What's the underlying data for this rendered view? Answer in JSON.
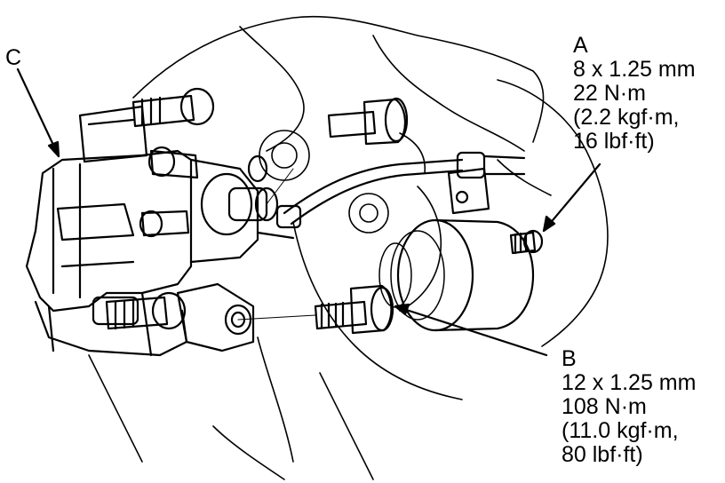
{
  "diagram": {
    "ink_color": "#000000",
    "paper_color": "#ffffff",
    "callouts": [
      {
        "letter": "A",
        "lines": [
          "8 x 1.25 mm",
          "22 N·m",
          "(2.2 kgf·m,",
          "16 lbf·ft)"
        ]
      },
      {
        "letter": "B",
        "lines": [
          "12 x 1.25 mm",
          "108 N·m",
          "(11.0 kgf·m,",
          "80 lbf·ft)"
        ]
      },
      {
        "letter": "C",
        "lines": []
      }
    ]
  }
}
